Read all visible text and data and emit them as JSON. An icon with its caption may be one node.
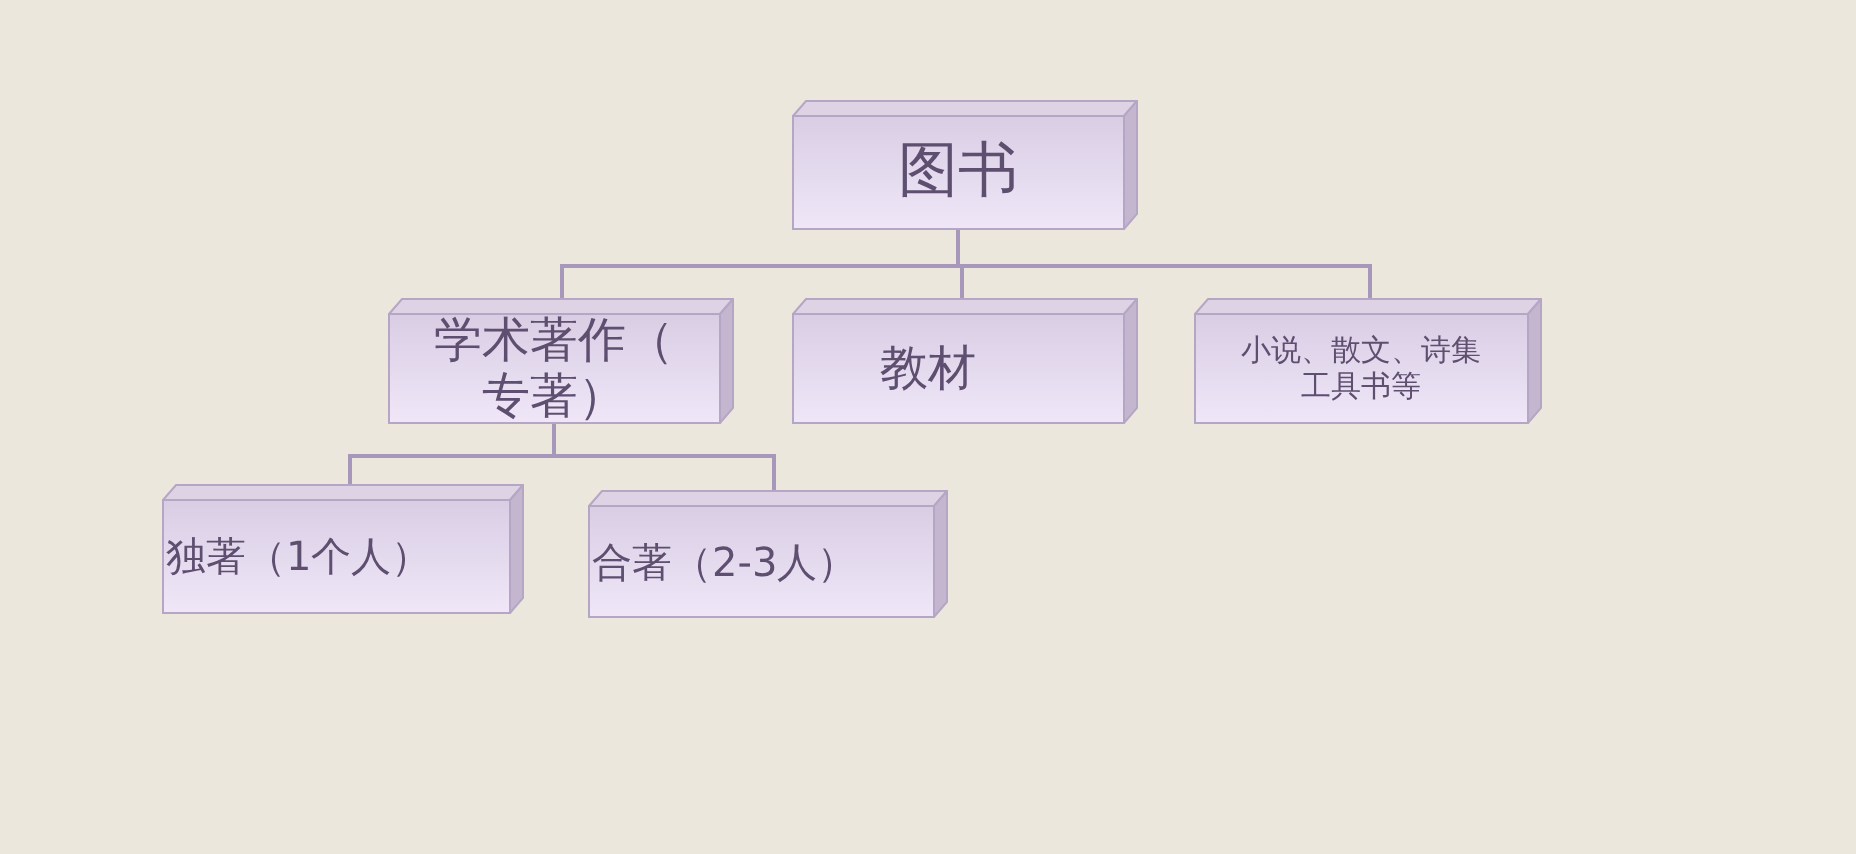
{
  "diagram": {
    "nodes": [
      {
        "text": [
          "图书"
        ]
      },
      {
        "text": [
          "学术著作（专著）"
        ]
      },
      {
        "text": [
          "教材"
        ]
      },
      {
        "text": [
          "小说、散文、诗集工具书等"
        ]
      },
      {
        "text": [
          "独著（1个人）"
        ]
      },
      {
        "text": [
          "合著（2-3人）"
        ]
      }
    ],
    "edges": [
      {
        "from": 0,
        "to": 1,
        "arrow": "none"
      },
      {
        "from": 0,
        "to": 2,
        "arrow": "none"
      },
      {
        "from": 0,
        "to": 3,
        "arrow": "none"
      },
      {
        "from": 1,
        "to": 4,
        "arrow": "none"
      },
      {
        "from": 1,
        "to": 5,
        "arrow": "none"
      }
    ]
  }
}
